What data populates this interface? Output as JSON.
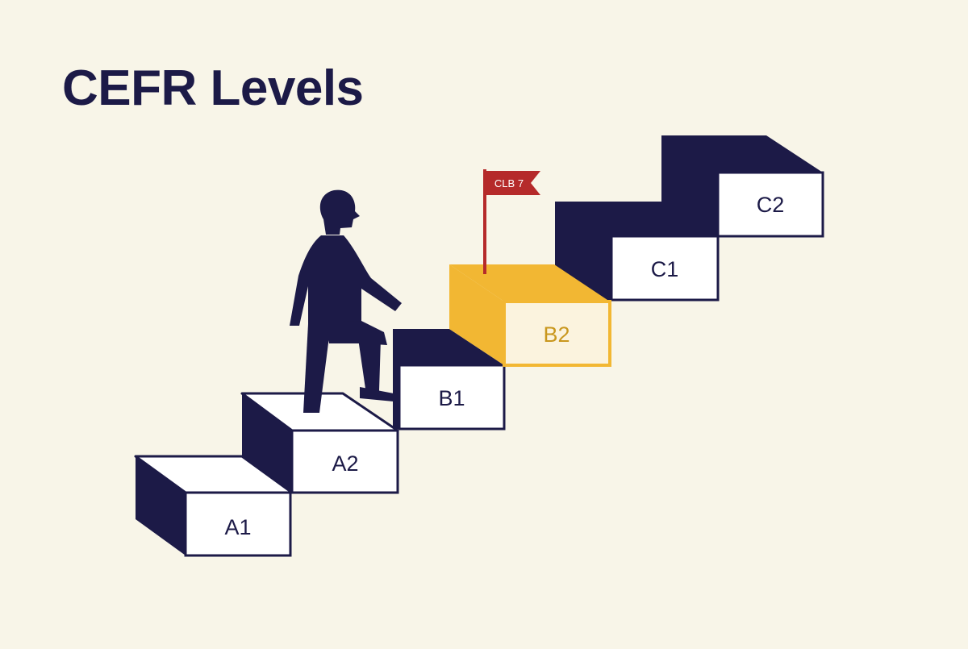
{
  "title": "CEFR Levels",
  "steps": [
    {
      "id": "a1",
      "label": "A1",
      "highlighted": false
    },
    {
      "id": "a2",
      "label": "A2",
      "highlighted": false
    },
    {
      "id": "b1",
      "label": "B1",
      "highlighted": false
    },
    {
      "id": "b2",
      "label": "B2",
      "highlighted": true
    },
    {
      "id": "c1",
      "label": "C1",
      "highlighted": false
    },
    {
      "id": "c2",
      "label": "C2",
      "highlighted": false
    }
  ],
  "flag": {
    "label": "CLB 7",
    "on_step": "B2"
  },
  "colors": {
    "background": "#f8f5e8",
    "navy": "#1c1a47",
    "step_face": "#ffffff",
    "highlight_fill": "#f2b733",
    "highlight_face": "#fbf3de",
    "highlight_text": "#c9971e",
    "flag_red": "#b52a2a"
  },
  "icons": {
    "person": "person-climbing-icon",
    "flag": "flag-icon"
  }
}
